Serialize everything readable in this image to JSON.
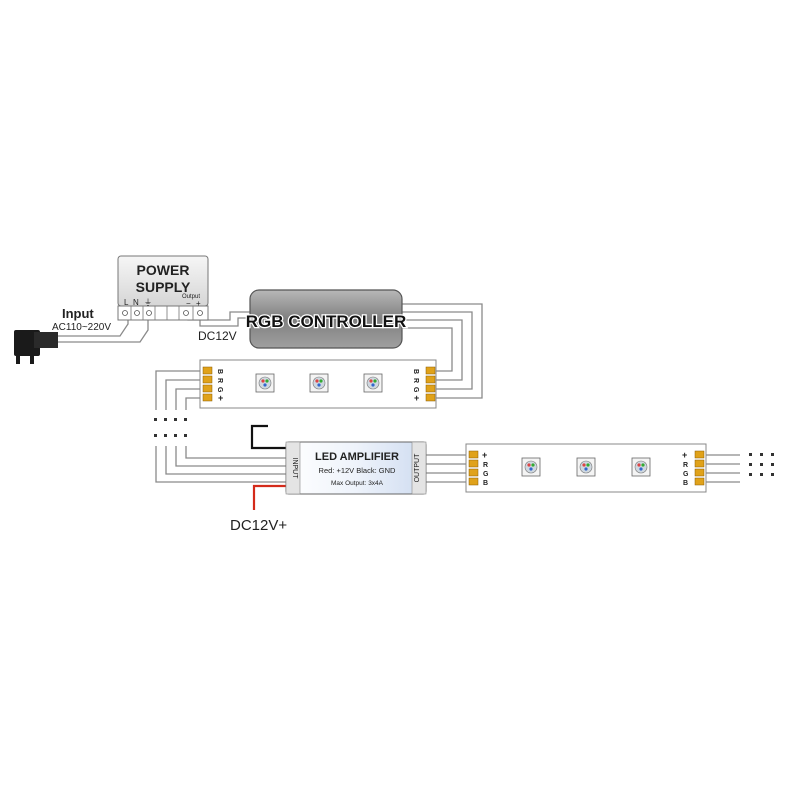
{
  "power_supply": {
    "title_line1": "POWER",
    "title_line2": "SUPPLY",
    "terminal_l": "L",
    "terminal_n": "N",
    "terminal_ground": "⏚",
    "output_label": "Output",
    "output_minus": "−",
    "output_plus": "+"
  },
  "input": {
    "label": "Input",
    "voltage": "AC110~220V"
  },
  "controller": {
    "label": "RGB CONTROLLER",
    "supply_label": "DC12V"
  },
  "strip_top": {
    "left_pins": [
      "B",
      "R",
      "G",
      "+"
    ],
    "right_pins": [
      "B",
      "R",
      "G",
      "+"
    ]
  },
  "amplifier": {
    "title": "LED AMPLIFIER",
    "wiring_note": "Red: +12V  Black: GND",
    "max_output": "Max Output: 3x4A",
    "input_label": "INPUT",
    "output_label": "OUTPUT",
    "supply_label": "DC12V+"
  },
  "strip_bottom": {
    "left_pins": [
      "+",
      "R",
      "G",
      "B"
    ],
    "right_pins": [
      "+",
      "R",
      "G",
      "B"
    ]
  },
  "colors": {
    "wire": "#8a8a8a",
    "controller_fill": "#8f8f8f",
    "amplifier_fill": "#dfe8f6",
    "pad": "#e0a21a",
    "positive_wire": "#d42a1a",
    "ground_wire": "#111111"
  }
}
